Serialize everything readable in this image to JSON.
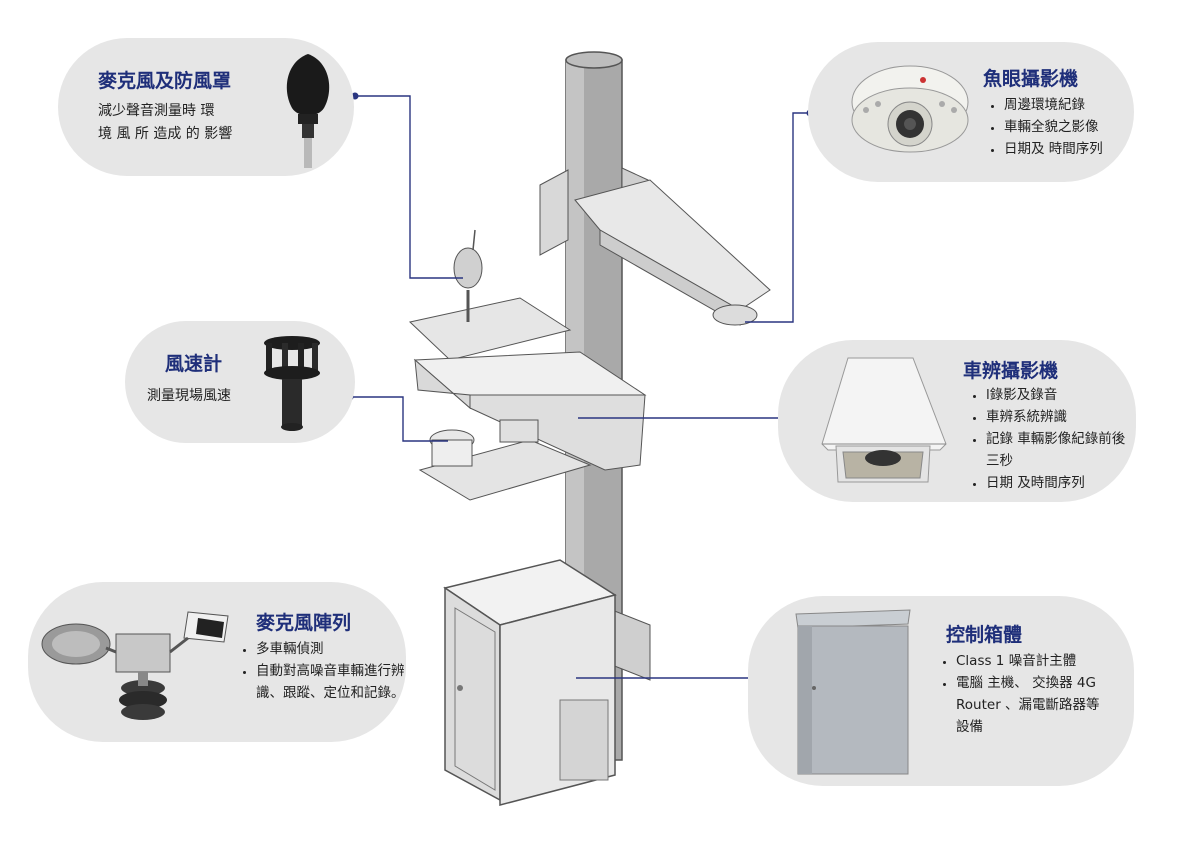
{
  "components": {
    "mic_windscreen": {
      "title": "麥克風及防風罩",
      "desc_line1": "減少聲音測量時 環",
      "desc_line2": "境 風 所 造成 的 影響"
    },
    "fisheye_camera": {
      "title": "魚眼攝影機",
      "bullets": [
        "周邊環境紀錄",
        "車輛全貌之影像",
        "日期及 時間序列"
      ]
    },
    "anemometer": {
      "title": "風速計",
      "desc": "測量現場風速"
    },
    "plate_camera": {
      "title": "車辨攝影機",
      "bullets": [
        "l錄影及錄音",
        "車辨系統辨識",
        "記錄 車輛影像紀錄前後三秒",
        "日期 及時間序列"
      ]
    },
    "mic_array": {
      "title": "麥克風陣列",
      "bullets": [
        "多車輛偵測",
        "自動對高噪音車輛進行辨識、跟蹤、定位和記錄。"
      ]
    },
    "control_box": {
      "title": "控制箱體",
      "bullets": [
        "Class 1 噪音計主體",
        "電腦 主機、 交換器 4G Router 、漏電斷路器等 設備"
      ]
    }
  },
  "colors": {
    "title": "#1f2f7a",
    "line": "#2a3580",
    "pill": "#e6e6e6"
  }
}
